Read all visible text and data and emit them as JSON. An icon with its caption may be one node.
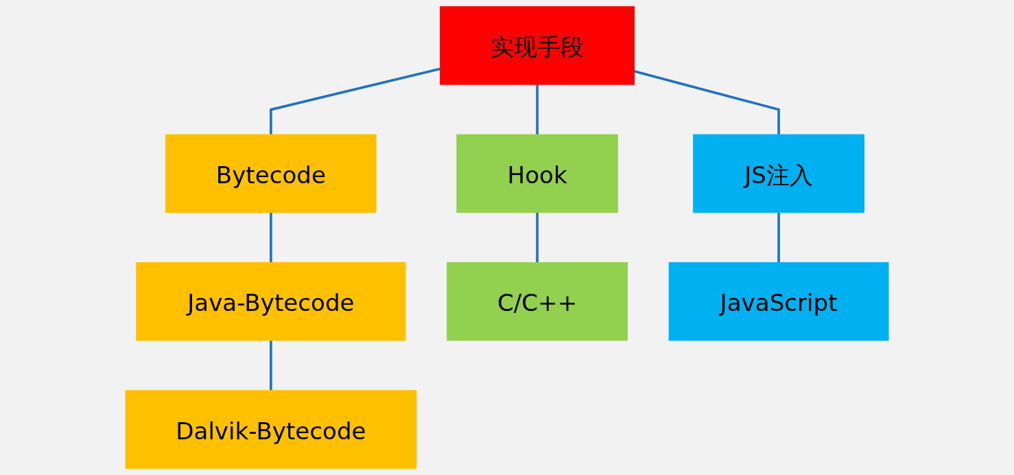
{
  "diagram": {
    "nodes": [
      {
        "text": [
          "实现手段"
        ]
      },
      {
        "text": [
          "Bytecode"
        ]
      },
      {
        "text": [
          "Hook"
        ]
      },
      {
        "text": [
          "JS注入"
        ]
      },
      {
        "text": [
          "Java-Bytecode"
        ]
      },
      {
        "text": [
          "Dalvik-Bytecode"
        ]
      },
      {
        "text": [
          "C/C++"
        ]
      },
      {
        "text": [
          "JavaScript"
        ]
      }
    ],
    "edges": [
      {
        "from": 0,
        "to": 1,
        "arrow": "none"
      },
      {
        "from": 0,
        "to": 2,
        "arrow": "none"
      },
      {
        "from": 0,
        "to": 3,
        "arrow": "none"
      },
      {
        "from": 1,
        "to": 4,
        "arrow": "none"
      },
      {
        "from": 4,
        "to": 5,
        "arrow": "none"
      },
      {
        "from": 2,
        "to": 6,
        "arrow": "none"
      },
      {
        "from": 3,
        "to": 7,
        "arrow": "none"
      }
    ]
  }
}
